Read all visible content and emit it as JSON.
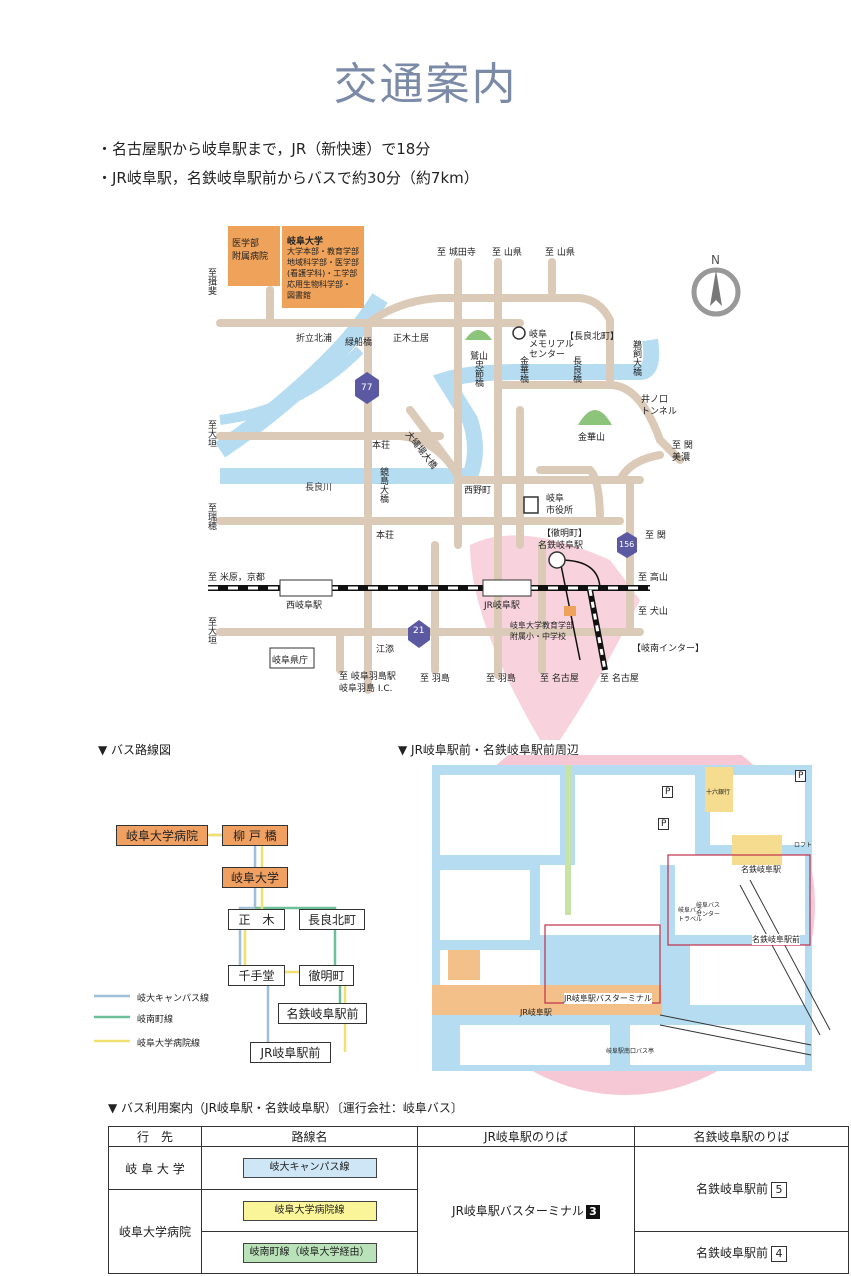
{
  "title": "交通案内",
  "bullets": [
    "・名古屋駅から岐阜駅まで，JR（新快速）で18分",
    "・JR岐阜駅，名鉄岐阜駅前からバスで約30分（約7km）"
  ],
  "map": {
    "box_left": "医学部\n附属病院",
    "box_right_title": "岐阜大学",
    "box_right_body": "大学本部・教育学部\n地域科学部・医学部\n(看護学科)・工学部\n応用生物科学部・\n図書館",
    "compass": "N",
    "labels": {
      "to_ibi": "至揖斐",
      "to_jojiji": "至 城田寺",
      "to_yamagata1": "至 山県",
      "to_yamagata2": "至 山県",
      "oritate": "折立北浦",
      "shofunebashi": "緑船橋",
      "masaki": "正木土居",
      "washiyama": "鷲山",
      "gifu_memorial": "岐阜\nメモリアル\nセンター",
      "nagara_kita": "【長良北町】",
      "chusetsu": "忠節橋",
      "kinka_bridge": "金華橋",
      "nagara_bridge": "長良橋",
      "ukai_bridge": "鵜飼大橋",
      "tunnel": "井ノ口\nトンネル",
      "kinkazan": "金華山",
      "to_ogaki": "至大垣",
      "to_seki_mino": "至 関\n美濃",
      "hasshin": "本荘",
      "otogawa_bridge": "大縄場大橋",
      "nagaragawa": "長良川",
      "kagamijima": "鏡島大橋",
      "nishinocho": "西野町",
      "city_hall": "岐阜\n市役所",
      "to_mizuho": "至瑞穂",
      "honjo": "本荘",
      "tetsumeicho": "【徹明町】",
      "meitetsu_gifu": "名鉄岐阜駅",
      "to_seki": "至 関",
      "route156": "156",
      "to_maibara": "至 米原，京都",
      "nishigifu": "西岐阜駅",
      "jr_gifu": "JR岐阜駅",
      "to_takayama": "至 高山",
      "to_inuyama": "至 犬山",
      "to_ogaki2": "至大垣",
      "route21": "21",
      "fuzoku": "岐阜大学教育学部\n附属小・中学校",
      "gifu_ic": "【岐南インター】",
      "etsuke": "江添",
      "pref_office": "岐阜県庁",
      "to_hashima_st": "至 岐阜羽島駅\n岐阜羽島 I.C.",
      "to_hashima1": "至 羽島",
      "to_hashima2": "至 羽島",
      "to_nagoya1": "至 名古屋",
      "to_nagoya2": "至 名古屋",
      "route77": "77"
    }
  },
  "bus_route": {
    "heading": "▼ バス路線図",
    "stops": {
      "hospital": "岐阜大学病院",
      "yanaido": "柳 戸 橋",
      "univ": "岐阜大学",
      "masaki": "正　木",
      "nagara_kita": "長良北町",
      "senjudo": "千手堂",
      "tetsumei": "徹明町",
      "meitetsu": "名鉄岐阜駅前",
      "jr": "JR岐阜駅前"
    },
    "legend": [
      "岐大キャンパス線",
      "岐南町線",
      "岐阜大学病院線"
    ],
    "legend_colors": [
      "#9fc0dd",
      "#6dbf9a",
      "#f0e070"
    ]
  },
  "station_area": {
    "heading": "▼ JR岐阜駅前・名鉄岐阜駅前周辺",
    "labels": {
      "meitetsu_station": "名鉄岐阜駅",
      "meitetsu_stop": "名鉄岐阜駅前",
      "jr_terminal": "JR岐阜駅バスターミナル",
      "jr_station": "JR岐阜駅",
      "south_stop": "岐阜駅南口バス亭",
      "gifu_bus": "岐阜バス\nセンター",
      "loft": "ロフト",
      "travel": "岐阜バス\nトラベル",
      "jurokubank": "十六銀行",
      "p": "P"
    }
  },
  "table": {
    "heading": "▼ バス利用案内（JR岐阜駅・名鉄岐阜駅）〔運行会社：岐阜バス〕",
    "headers": [
      "行　先",
      "路線名",
      "JR岐阜駅のりば",
      "名鉄岐阜駅のりば"
    ],
    "dest1": "岐 阜 大 学",
    "dest2": "岐阜大学病院",
    "line1": "岐大キャンパス線",
    "line2": "岐阜大学病院線",
    "line3": "岐南町線（岐阜大学経由）",
    "jr_platform": "JR岐阜駅バスターミナル",
    "jr_number": "3",
    "meitetsu_platform1": "名鉄岐阜駅前",
    "meitetsu_number1": "5",
    "meitetsu_platform2": "名鉄岐阜駅前",
    "meitetsu_number2": "4",
    "line_colors": [
      "#cfe6f7",
      "#fbf59a",
      "#b9e2b9"
    ]
  }
}
